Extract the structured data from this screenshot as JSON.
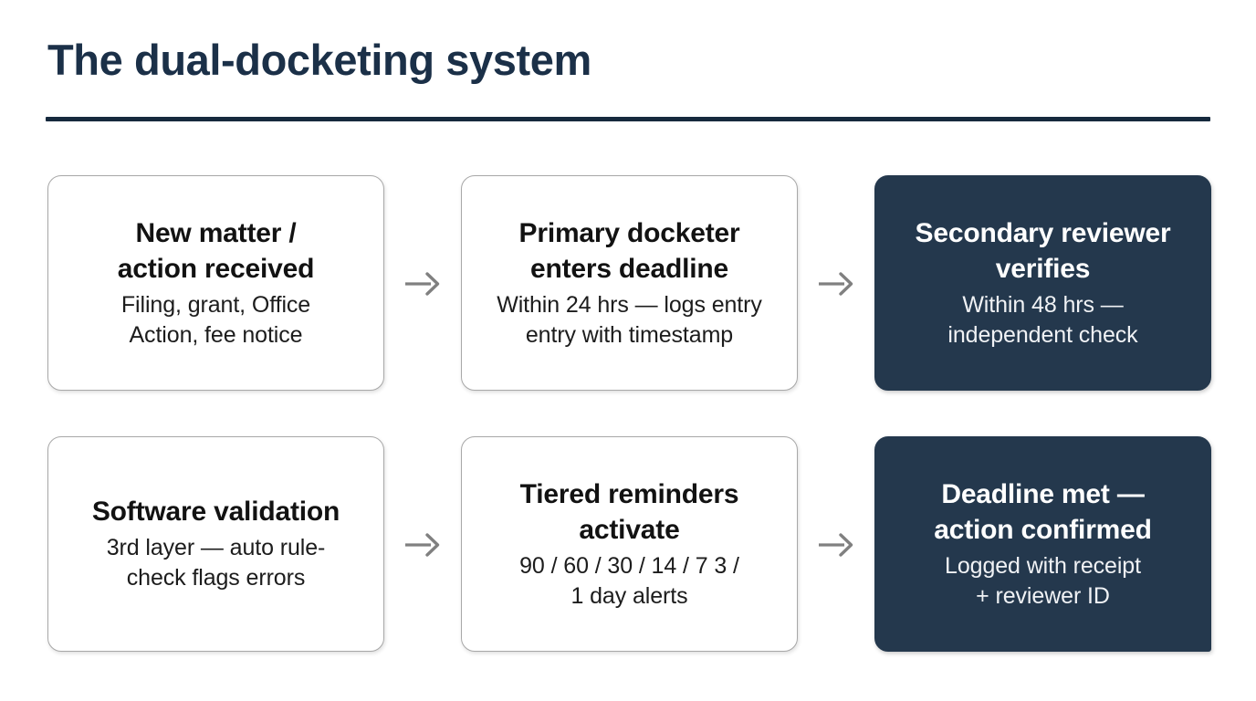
{
  "slide": {
    "title": "The dual-docketing system",
    "background_color": "#ffffff",
    "accent_color": "#24384d",
    "title_color": "#1b3048",
    "rule_color": "#16293d"
  },
  "flow": {
    "arrow_icon": "arrow-right-icon",
    "arrow_color": "#808080",
    "rows": [
      {
        "cards": [
          {
            "title": "New matter /\naction received",
            "subtitle": "Filing, grant, Office\nAction, fee notice",
            "style": "light"
          },
          {
            "title": "Primary docketer\nenters deadline",
            "subtitle": "Within 24 hrs — logs entry\nentry with timestamp",
            "style": "light"
          },
          {
            "title": "Secondary reviewer\nverifies",
            "subtitle": "Within 48 hrs —\nindependent check",
            "style": "dark"
          }
        ]
      },
      {
        "cards": [
          {
            "title": "Software validation",
            "subtitle": "3rd layer — auto rule-\ncheck flags errors",
            "style": "light"
          },
          {
            "title": "Tiered reminders\nactivate",
            "subtitle": "90 / 60 / 30 / 14 / 7 3 /\n1 day alerts",
            "style": "light"
          },
          {
            "title": "Deadline met —\naction confirmed",
            "subtitle": "Logged with receipt\n+ reviewer ID",
            "style": "dark"
          }
        ]
      }
    ]
  }
}
